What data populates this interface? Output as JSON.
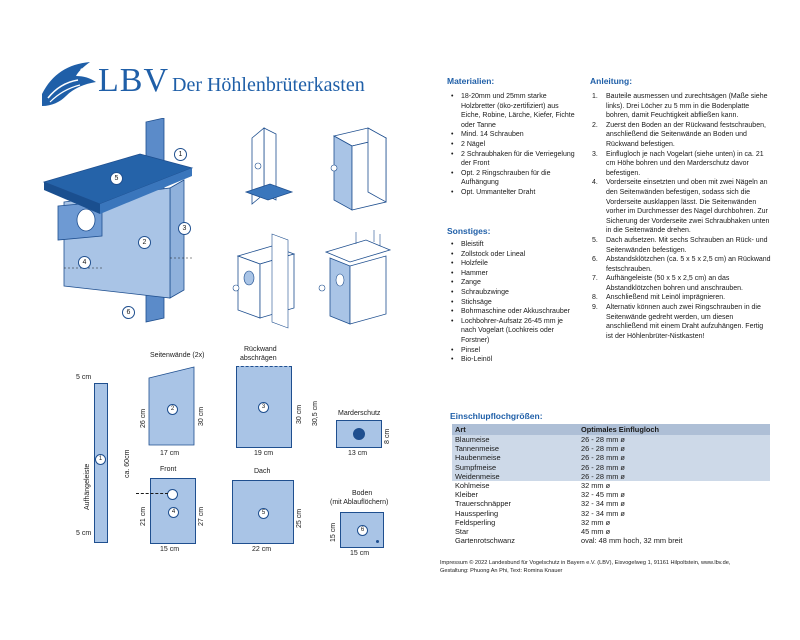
{
  "header": {
    "logo_text": "LBV",
    "title": "Der Höhlenbrüterkasten"
  },
  "parts": {
    "seitenwaende": "Seitenwände (2x)",
    "rueckwand_line1": "Rückwand",
    "rueckwand_line2": "abschrägen",
    "marderschutz": "Marderschutz",
    "front": "Front",
    "dach": "Dach",
    "boden_line1": "Boden",
    "boden_line2": "(mit Ablauflöchern)"
  },
  "dims": {
    "a5cm_top": "5 cm",
    "aufhaengeleiste": "Aufhängeleiste",
    "ca60": "ca. 60cm",
    "a5cm_bottom": "5 cm",
    "sw_26": "26 cm",
    "sw_30": "30 cm",
    "sw_17": "17 cm",
    "rw_30": "30 cm",
    "rw_305": "30,5 cm",
    "rw_19": "19 cm",
    "ms_8": "8 cm",
    "ms_13": "13 cm",
    "fr_21": "21 cm",
    "fr_27": "27 cm",
    "fr_15": "15 cm",
    "da_25": "25 cm",
    "da_22": "22 cm",
    "bo_15v": "15 cm",
    "bo_15h": "15 cm"
  },
  "callouts": [
    "1",
    "2",
    "3",
    "4",
    "5",
    "6"
  ],
  "materialien": {
    "title": "Materialien:",
    "items": [
      "18-20mm und 25mm starke Holzbretter (öko-zertifiziert) aus Eiche, Robine, Lärche, Kiefer, Fichte oder Tanne",
      "Mind. 14 Schrauben",
      "2 Nägel",
      "2 Schraubhaken für die Verriegelung der Front",
      "Opt. 2 Ringschrauben für die Aufhängung",
      "Opt. Ummantelter Draht"
    ]
  },
  "sonstiges": {
    "title": "Sonstiges:",
    "items": [
      "Bleistift",
      "Zollstock oder Lineal",
      "Holzfeile",
      "Hammer",
      "Zange",
      "Schraubzwinge",
      "Stichsäge",
      "Bohrmaschine oder Akkuschrauber",
      "Lochbohrer-Aufsatz 26-45 mm je nach Vogelart (Lochkreis oder Forstner)",
      "Pinsel",
      "Bio-Leinöl"
    ]
  },
  "anleitung": {
    "title": "Anleitung:",
    "steps": [
      {
        "n": "1.",
        "text": "Bauteile ausmessen und zurechtsägen (Maße siehe links). Drei Löcher zu 5 mm in die Bodenplatte bohren, damit Feuchtigkeit abfließen kann."
      },
      {
        "n": "2.",
        "text": "Zuerst den Boden an der Rückwand festschrauben, anschließend die Seitenwände an Boden und Rückwand befestigen."
      },
      {
        "n": "3.",
        "text": "Einflugloch je nach Vogelart (siehe unten) in ca. 21 cm Höhe bohren und den Marderschutz davor befestigen."
      },
      {
        "n": "4.",
        "text": "Vorderseite einsetzten und oben mit zwei Nägeln an den Seitenwänden befestigen, sodass sich die Vorderseite ausklappen lässt. Die Seitenwänden vorher im Durchmesser des Nagel durchbohren. Zur Sicherung der Vorderseite zwei Schraubhaken unten in die Seitenwände drehen."
      },
      {
        "n": "5.",
        "text": "Dach aufsetzen. Mit sechs Schrauben an Rück- und Seitenwänden befestigen."
      },
      {
        "n": "6.",
        "text": "Abstandsklötzchen (ca. 5 x 5 x 2,5 cm) an Rückwand festschrauben."
      },
      {
        "n": "7.",
        "text": "Aufhängeleiste (50 x 5 x 2,5 cm) an das Abstandklötzchen bohren und anschrauben."
      },
      {
        "n": "8.",
        "text": "Anschließend mit Leinöl imprägnieren."
      },
      {
        "n": "9.",
        "text": "Alternativ können auch zwei Ringschrauben in die Seitenwände gedreht werden, um diesen anschließend mit einem Draht aufzuhängen. Fertig ist der Höhlenbrüter-Nistkasten!"
      }
    ]
  },
  "einflug": {
    "title": "Einschlupflochgrößen:",
    "col_art": "Art",
    "col_opt": "Optimales Einflugloch",
    "rows": [
      {
        "art": "Blaumeise",
        "val": "26 - 28 mm ø",
        "shade": true
      },
      {
        "art": "Tannenmeise",
        "val": "26 - 28 mm ø",
        "shade": true
      },
      {
        "art": "Haubenmeise",
        "val": "26 - 28 mm ø",
        "shade": true
      },
      {
        "art": "Sumpfmeise",
        "val": "26 - 28 mm ø",
        "shade": true
      },
      {
        "art": "Weidenmeise",
        "val": "26 - 28 mm ø",
        "shade": true
      },
      {
        "art": "Kohlmeise",
        "val": "32 mm ø",
        "shade": false
      },
      {
        "art": "Kleiber",
        "val": "32 - 45 mm ø",
        "shade": false
      },
      {
        "art": "Trauerschnäpper",
        "val": "32 - 34 mm ø",
        "shade": false
      },
      {
        "art": "Haussperling",
        "val": "32 - 34 mm ø",
        "shade": false
      },
      {
        "art": "Feldsperling",
        "val": "32 mm ø",
        "shade": false
      },
      {
        "art": "Star",
        "val": "45 mm ø",
        "shade": false
      },
      {
        "art": "Gartenrotschwanz",
        "val": "oval: 48 mm hoch, 32 mm breit",
        "shade": false
      }
    ]
  },
  "impressum": {
    "line1": "Impressum © 2022 Landesbund für Vogelschutz in Bayern e.V. (LBV), Eisvogelweg 1, 91161 Hilpoltstein, www.lbv.de,",
    "line2": "Gestaltung: Phuong An Phi, Text: Romina Knauer"
  }
}
